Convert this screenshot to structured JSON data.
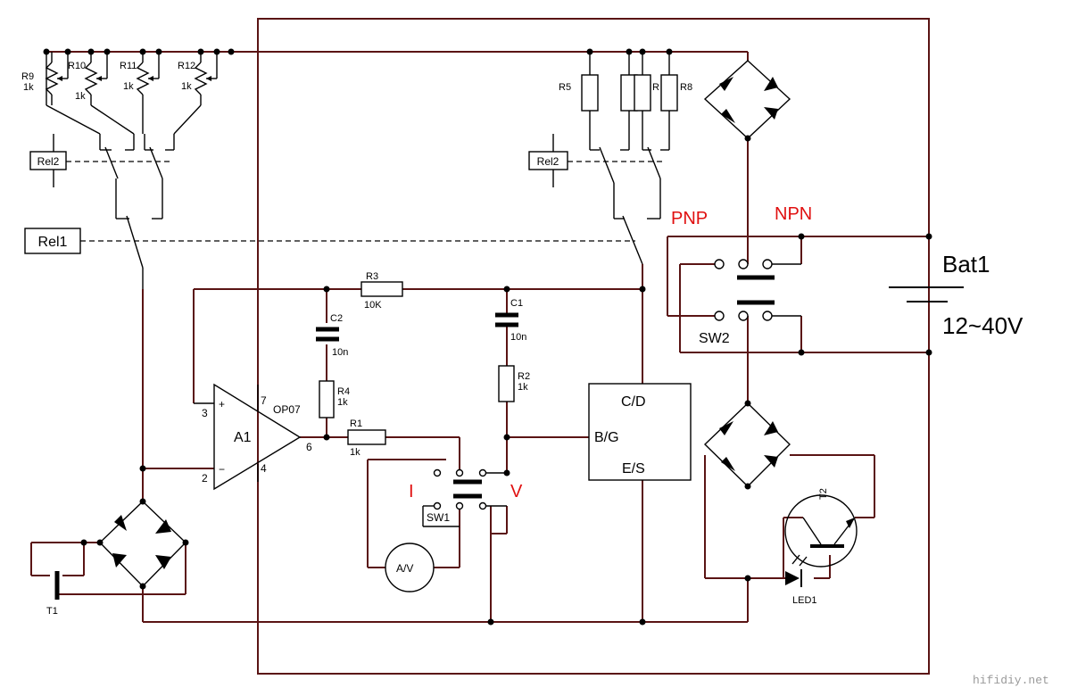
{
  "components": {
    "r9": {
      "ref": "R9",
      "value": "1k"
    },
    "r10": {
      "ref": "R10",
      "value": "1k"
    },
    "r11": {
      "ref": "R11",
      "value": "1k"
    },
    "r12": {
      "ref": "R12",
      "value": "1k"
    },
    "r5": {
      "ref": "R5"
    },
    "r_partial": {
      "ref": "R"
    },
    "r8": {
      "ref": "R8"
    },
    "rel2_left": {
      "ref": "Rel2"
    },
    "rel2_right": {
      "ref": "Rel2"
    },
    "rel1": {
      "ref": "Rel1"
    },
    "r3": {
      "ref": "R3",
      "value": "10K"
    },
    "c2": {
      "ref": "C2",
      "value": "10n"
    },
    "c1": {
      "ref": "C1",
      "value": "10n"
    },
    "r4": {
      "ref": "R4",
      "value": "1k"
    },
    "r2": {
      "ref": "R2",
      "value": "1k"
    },
    "r1": {
      "ref": "R1",
      "value": "1k"
    },
    "opamp": {
      "ref": "A1",
      "part": "OP07",
      "pin_plus": "3",
      "pin_minus": "2",
      "pin_out": "6",
      "pin_v_pos": "7",
      "pin_v_neg": "4",
      "sym_plus": "+",
      "sym_minus": "−"
    },
    "dut": {
      "pin_c": "C/D",
      "pin_b": "B/G",
      "pin_e": "E/S"
    },
    "sw1": {
      "ref": "SW1",
      "left_label": "I",
      "right_label": "V"
    },
    "meter": {
      "label": "A/V"
    },
    "t1": {
      "ref": "T1"
    },
    "sw2": {
      "ref": "SW2",
      "left_label": "PNP",
      "right_label": "NPN"
    },
    "bat1": {
      "ref": "Bat1",
      "voltage": "12~40V"
    },
    "t2": {
      "ref": "T2"
    },
    "led1": {
      "ref": "LED1"
    }
  },
  "watermark": "hifidiy.net",
  "colors": {
    "wire": "#5a1414",
    "symbol": "#000000",
    "accent_red": "#e01010",
    "watermark": "#9a9a9a"
  }
}
